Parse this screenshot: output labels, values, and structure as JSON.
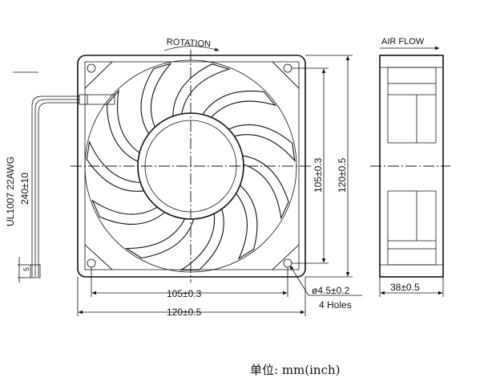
{
  "front_view": {
    "rotation_label": "ROTATION",
    "dim_hole_pitch_vertical": "105±0.3",
    "dim_frame_vertical": "120±0.5",
    "dim_hole_pitch_horizontal": "105±0.3",
    "dim_frame_horizontal": "120±0.5",
    "hole_spec": "ø4.5±0.2",
    "hole_count": "4 Holes"
  },
  "lead_wire": {
    "spec": "UL1007  22AWG",
    "length": "240±10",
    "strip_length": "5"
  },
  "side_view": {
    "airflow_label": "AIR FLOW",
    "dim_thickness": "38±0.5"
  },
  "units_note": "单位: mm(inch)"
}
